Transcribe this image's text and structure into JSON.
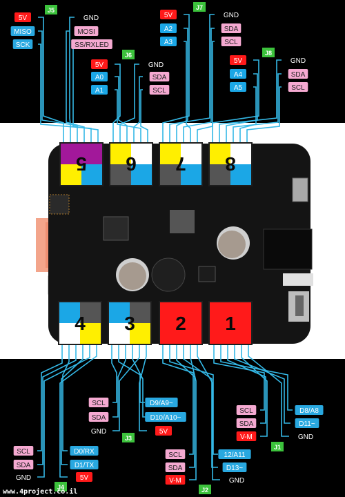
{
  "colors": {
    "power_red": "#ff1a1a",
    "analog_blue": "#1ba7e6",
    "i2c_pink": "#f5a9d1",
    "digital_blue": "#29a8e0",
    "jumper_green": "#3cc23c",
    "wire_cyan": "#34b8e6",
    "board": "#141414",
    "port_yellow": "#ffef00",
    "port_magenta": "#a2189a",
    "port_gray": "#555555"
  },
  "ports": {
    "p5": {
      "label": "5"
    },
    "p6": {
      "label": "6"
    },
    "p7": {
      "label": "7"
    },
    "p8": {
      "label": "8"
    },
    "p4": {
      "label": "4"
    },
    "p3": {
      "label": "3"
    },
    "p2": {
      "label": "2"
    },
    "p1": {
      "label": "1"
    }
  },
  "connectors": {
    "J5": {
      "name": "J5",
      "pins": [
        "5V",
        "GND",
        "MISO",
        "MOSI",
        "SCK",
        "SS/RXLED"
      ]
    },
    "J6": {
      "name": "J6",
      "pins": [
        "5V",
        "GND",
        "A0",
        "SDA",
        "A1",
        "SCL"
      ]
    },
    "J7": {
      "name": "J7",
      "pins": [
        "5V",
        "GND",
        "A2",
        "SDA",
        "A3",
        "SCL"
      ]
    },
    "J8": {
      "name": "J8",
      "pins": [
        "5V",
        "GND",
        "A4",
        "SDA",
        "A5",
        "SCL"
      ]
    },
    "J4": {
      "name": "J4",
      "pins": [
        "SCL",
        "D0/RX",
        "SDA",
        "D1/TX",
        "GND",
        "5V"
      ]
    },
    "J3": {
      "name": "J3",
      "pins": [
        "SCL",
        "D9/A9~",
        "SDA",
        "D10/A10~",
        "GND",
        "5V"
      ]
    },
    "J2": {
      "name": "J2",
      "pins": [
        "SCL",
        "12/A11",
        "SDA",
        "D13~",
        "V-M",
        "GND"
      ]
    },
    "J1": {
      "name": "J1",
      "pins": [
        "SCL",
        "D8/A8",
        "SDA",
        "D11~",
        "V-M",
        "GND"
      ]
    }
  },
  "footer": {
    "text": "www.4project.co.il"
  }
}
